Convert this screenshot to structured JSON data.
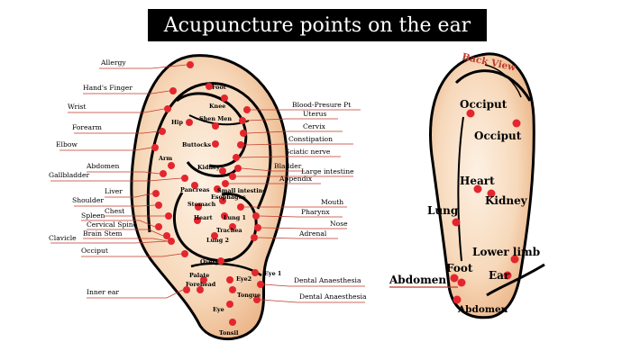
{
  "title": "Acupuncture points on the ear",
  "back_view_label": "Back View",
  "colors": {
    "dot": "#e3262e",
    "leader": "#c0392b",
    "skin": "#f7d6b4",
    "outline": "#000000"
  },
  "left_labels": [
    "Allergy",
    "Hand's Finger",
    "Wrist",
    "Forearm",
    "Elbow",
    "Abdomen",
    "Gallbladder",
    "Liver",
    "Shoulder",
    "Chest",
    "Spleen",
    "Cervical Spine",
    "Brain Stem",
    "Clavicle",
    "Occiput",
    "Inner ear"
  ],
  "right_labels": [
    "Blood-Presure Pt",
    "Uterus",
    "Cervix",
    "Constipation",
    "Sciatic nerve",
    "Bladder",
    "Large intestine",
    "Appendix",
    "Mouth",
    "Pharynx",
    "Nose",
    "Adrenal",
    "Dental Anaesthesia",
    "Dental Anaesthesia"
  ],
  "inner_labels": [
    "Foot",
    "Knee",
    "Hip",
    "Shen Men",
    "Buttocks",
    "Arm",
    "Kidney",
    "Pancreas",
    "Small intestine",
    "Esophagus",
    "Stomach",
    "Heart",
    "Lung 1",
    "Trachea",
    "Lung 2",
    "Overy",
    "Palate",
    "Eye2",
    "Eye 1",
    "Forehead",
    "Tongue",
    "Eye",
    "Tonsil"
  ],
  "back_labels": [
    "Occiput",
    "Occiput",
    "Heart",
    "Kidney",
    "Lung",
    "Lower limb",
    "Foot",
    "Ear",
    "Abdomen",
    "Abdomen"
  ]
}
